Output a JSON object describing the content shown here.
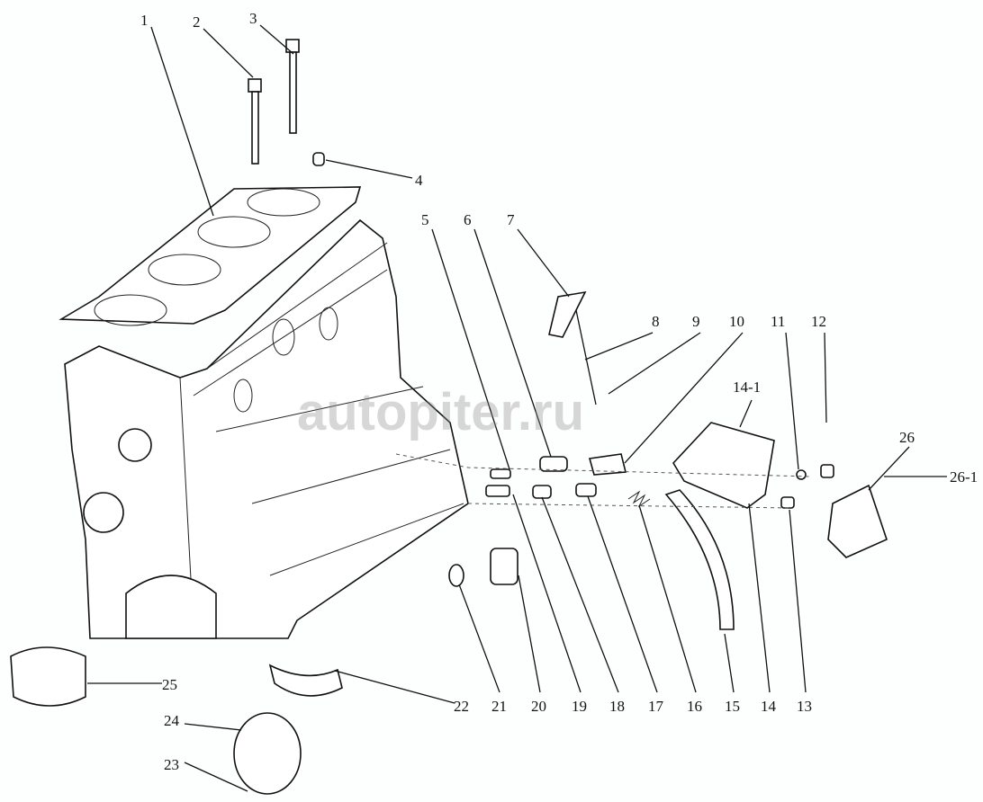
{
  "watermark": "autopiter.ru",
  "callouts": [
    "1",
    "2",
    "3",
    "4",
    "5",
    "6",
    "7",
    "8",
    "9",
    "10",
    "11",
    "12",
    "14-1",
    "26",
    "26-1",
    "25",
    "24",
    "23",
    "22",
    "21",
    "20",
    "19",
    "18",
    "17",
    "16",
    "15",
    "14",
    "13"
  ]
}
